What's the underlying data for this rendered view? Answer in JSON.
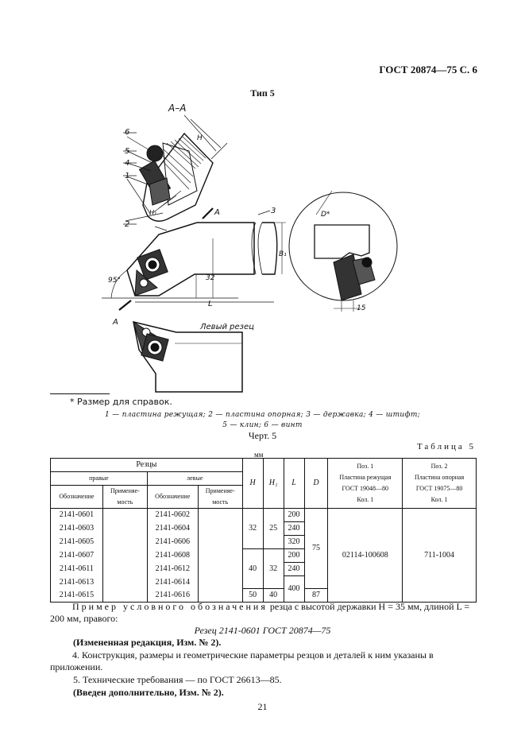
{
  "header": {
    "gost": "ГОСТ 20874—75 С. 6"
  },
  "type_title": "Тип 5",
  "drawing": {
    "section_label": "А–А",
    "pos_labels": [
      "6",
      "5",
      "4",
      "1",
      "2",
      "3"
    ],
    "dim_H": "H",
    "dim_H1": "H₁",
    "dim_B": "B₁",
    "dim_32": "32",
    "dim_L": "L",
    "dim_angle": "95°",
    "dim_D": "D*",
    "dim_15": "15",
    "arrow_a": "А",
    "left_cutter": "Левый резец"
  },
  "footnote": "* Размер для справок.",
  "legend": {
    "line1": "1 — пластина режущая; 2 — пластина опорная; 3 — державка; 4 — штифт;",
    "line2": "5 — клин; 6 — винт"
  },
  "figure_caption": "Черт. 5",
  "table_caption": "Таблица 5",
  "unit": "мм",
  "table": {
    "h_cutters": "Резцы",
    "h_right": "правые",
    "h_left": "левые",
    "h_designation": "Обозначение",
    "h_application": "Применяе-\nмость",
    "h_H": "H",
    "h_H1": "H₁",
    "h_L": "L",
    "h_D": "D",
    "h_pos1": "Поз. 1\nПластина режущая\nГОСТ 19048—80\nКол. 1",
    "h_pos2": "Поз. 2\nПластина опорная\nГОСТ 19075—80\nКол. 1",
    "right_codes": [
      "2141-0601",
      "2141-0603",
      "2141-0605",
      "2141-0607",
      "2141-0611",
      "2141-0613",
      "2141-0615"
    ],
    "left_codes": [
      "2141-0602",
      "2141-0604",
      "2141-0606",
      "2141-0608",
      "2141-0612",
      "2141-0614",
      "2141-0616"
    ],
    "H_a": "32",
    "H_b": "40",
    "H_c": "50",
    "H1_a": "25",
    "H1_b": "32",
    "H1_c": "40",
    "L_vals": [
      "200",
      "240",
      "320",
      "200",
      "240",
      "400",
      "400"
    ],
    "D_a": "75",
    "D_b": "87",
    "pos1_val": "02114-100608",
    "pos2_val": "711-1004"
  },
  "text": {
    "example_lead": "Пример условного обозначения",
    "example_rest": " резца с высотой державки H = 35 мм, длиной L = 200 мм, правого:",
    "example_code": "Резец 2141-0601 ГОСТ 20874—75",
    "edit1": "(Измененная редакция, Изм. № 2).",
    "p4": "4. Конструкция, размеры и геометрические параметры резцов и деталей к ним указаны в приложении.",
    "p5": "5. Технические требования — по ГОСТ 26613—85.",
    "edit2": "(Введен дополнительно, Изм. № 2)."
  },
  "page_number": "21"
}
